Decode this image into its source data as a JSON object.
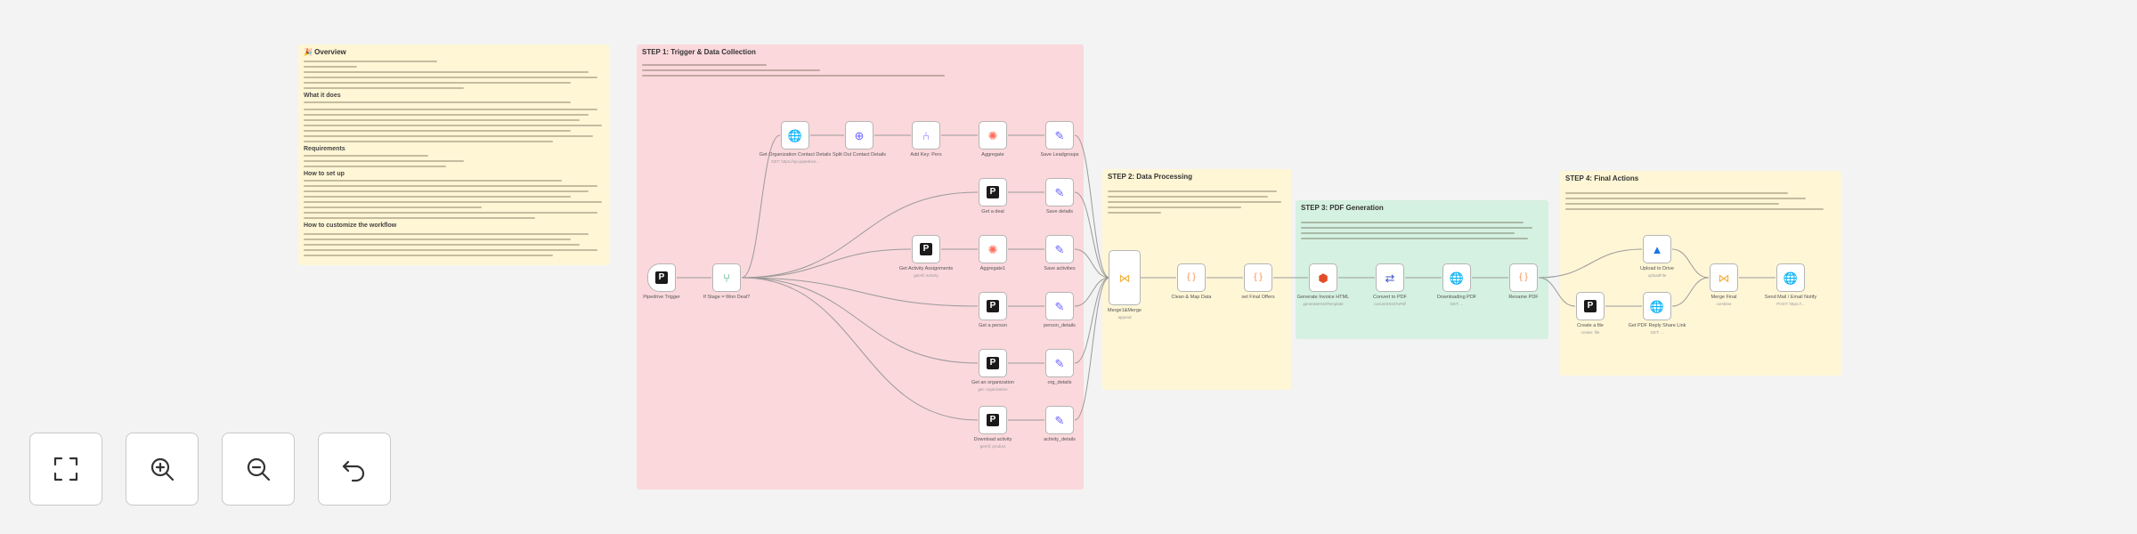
{
  "stickies": [
    {
      "id": "overview",
      "title": "🎉 Overview",
      "headings": [
        "What it does",
        "Requirements",
        "How to set up",
        "How to customize the workflow"
      ]
    },
    {
      "id": "step1",
      "title": "STEP 1: Trigger & Data Collection",
      "headings": []
    },
    {
      "id": "step2",
      "title": "STEP 2: Data Processing",
      "headings": []
    },
    {
      "id": "step3",
      "title": "STEP 3: PDF Generation",
      "headings": []
    },
    {
      "id": "step4",
      "title": "STEP 4: Final Actions",
      "headings": []
    }
  ],
  "nodes": [
    {
      "id": "trigger",
      "icon": "pipedrive-icon",
      "glyph": "P",
      "label": "Pipedrive Trigger",
      "sub": ""
    },
    {
      "id": "ifdeal",
      "icon": "if-icon",
      "glyph": "⑂",
      "label": "If Stage = Won Deal?",
      "sub": ""
    },
    {
      "id": "http1",
      "icon": "globe-icon",
      "glyph": "🌐",
      "label": "Get Organization Contact Details",
      "sub": "GET: https://api.pipedrive..."
    },
    {
      "id": "split1",
      "icon": "split-icon",
      "glyph": "⊕",
      "label": "Split Out Contact Details",
      "sub": ""
    },
    {
      "id": "addkey",
      "icon": "branch-icon",
      "glyph": "⑃",
      "label": "Add Key: Pers",
      "sub": ""
    },
    {
      "id": "agg1",
      "icon": "aggregate-icon",
      "glyph": "✺",
      "label": "Aggregate",
      "sub": ""
    },
    {
      "id": "set1",
      "icon": "pencil-icon",
      "glyph": "✎",
      "label": "Save Leadgroups",
      "sub": ""
    },
    {
      "id": "pd2",
      "icon": "pipedrive-icon",
      "glyph": "P",
      "label": "Get a deal",
      "sub": ""
    },
    {
      "id": "set2",
      "icon": "pencil-icon",
      "glyph": "✎",
      "label": "Save details",
      "sub": ""
    },
    {
      "id": "pd3",
      "icon": "pipedrive-icon",
      "glyph": "P",
      "label": "Get Activity Assignments",
      "sub": "getAll: activity"
    },
    {
      "id": "agg2",
      "icon": "aggregate-icon",
      "glyph": "✺",
      "label": "Aggregate1",
      "sub": ""
    },
    {
      "id": "set3",
      "icon": "pencil-icon",
      "glyph": "✎",
      "label": "Save activities",
      "sub": ""
    },
    {
      "id": "pd4",
      "icon": "pipedrive-icon",
      "glyph": "P",
      "label": "Get a person",
      "sub": ""
    },
    {
      "id": "set4",
      "icon": "pencil-icon",
      "glyph": "✎",
      "label": "person_details",
      "sub": ""
    },
    {
      "id": "pd5",
      "icon": "pipedrive-icon",
      "glyph": "P",
      "label": "Get an organization",
      "sub": "get: organization"
    },
    {
      "id": "set5",
      "icon": "pencil-icon",
      "glyph": "✎",
      "label": "org_details",
      "sub": ""
    },
    {
      "id": "pd6",
      "icon": "pipedrive-icon",
      "glyph": "P",
      "label": "Download activity",
      "sub": "getAll: product"
    },
    {
      "id": "set6",
      "icon": "pencil-icon",
      "glyph": "✎",
      "label": "activity_details",
      "sub": ""
    },
    {
      "id": "merge",
      "icon": "merge-icon",
      "glyph": "⋈",
      "label": "Merge1&Merge",
      "sub": "append"
    },
    {
      "id": "code1",
      "icon": "code-icon",
      "glyph": "{ }",
      "label": "Clean & Map Data",
      "sub": ""
    },
    {
      "id": "code2",
      "icon": "code-icon",
      "glyph": "{ }",
      "label": "set Final Offers",
      "sub": ""
    },
    {
      "id": "html",
      "icon": "html-icon",
      "glyph": "⬢",
      "label": "Generate Invoice HTML",
      "sub": "generateHtmlTemplate"
    },
    {
      "id": "convert",
      "icon": "convert-icon",
      "glyph": "⇄",
      "label": "Convert to PDF",
      "sub": "convertHtmlToPdf"
    },
    {
      "id": "http2",
      "icon": "globe-icon",
      "glyph": "🌐",
      "label": "Downloading PDF",
      "sub": "GET: ..."
    },
    {
      "id": "code3",
      "icon": "code-icon",
      "glyph": "{ }",
      "label": "Rename PDF",
      "sub": ""
    },
    {
      "id": "pd7",
      "icon": "pipedrive-icon",
      "glyph": "P",
      "label": "Create a file",
      "sub": "create: file"
    },
    {
      "id": "drive",
      "icon": "drive-icon",
      "glyph": "▲",
      "label": "Upload to Drive",
      "sub": "uploadFile"
    },
    {
      "id": "http3",
      "icon": "globe-icon",
      "glyph": "🌐",
      "label": "Get PDF Reply Share Link",
      "sub": "GET: ..."
    },
    {
      "id": "merge2",
      "icon": "merge-icon",
      "glyph": "⋈",
      "label": "Merge Final",
      "sub": "combine"
    },
    {
      "id": "http4",
      "icon": "globe-icon",
      "glyph": "🌐",
      "label": "Send Mail / Email Notify",
      "sub": "POST: https://..."
    }
  ],
  "controls": [
    {
      "name": "fit-view-button",
      "icon": "fullscreen-icon",
      "glyph": "⛶"
    },
    {
      "name": "zoom-in-button",
      "icon": "zoom-in-icon",
      "glyph": "⊕"
    },
    {
      "name": "zoom-out-button",
      "icon": "zoom-out-icon",
      "glyph": "⊖"
    },
    {
      "name": "undo-button",
      "icon": "undo-icon",
      "glyph": "↶"
    }
  ],
  "colors": {
    "canvas": "#f3f3f3",
    "sticky_yellow": "#fff6d6",
    "sticky_red": "#fbd8dc",
    "sticky_green": "#d5f1e1",
    "edge": "#9a9a9a",
    "merge_accent": "#f2b03c"
  }
}
